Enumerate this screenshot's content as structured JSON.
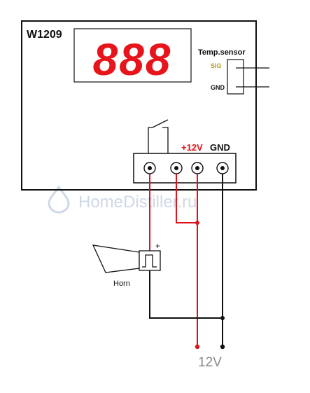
{
  "module": {
    "name": "W1209",
    "display": "888"
  },
  "sensor": {
    "title": "Temp.sensor",
    "sig": "SIG",
    "gnd": "GND"
  },
  "power": {
    "plus": "+12V",
    "gnd": "GND",
    "supply_label": "12V"
  },
  "horn": {
    "label": "Horn",
    "polarity": "+"
  },
  "watermark": "HomeDistiller.ru",
  "colors": {
    "wire_red": "#d9141b",
    "wire_black": "#111111",
    "display_bg": "#ffffff",
    "digit": "#e8141b",
    "sig_label": "#b79a1e",
    "plus_label": "#e3141b",
    "watermark": "#cfd8e6"
  }
}
